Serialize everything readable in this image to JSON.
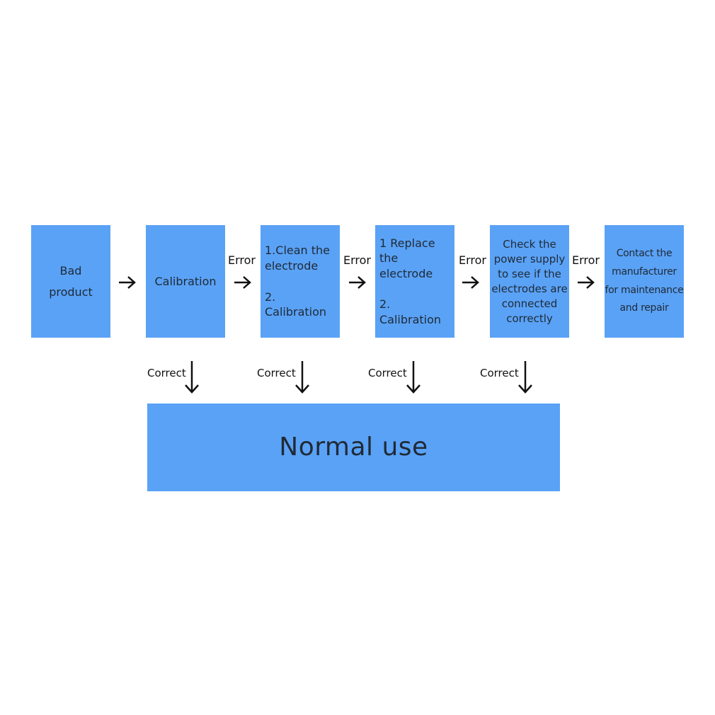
{
  "boxes": {
    "bad_product": [
      "Bad",
      "product"
    ],
    "calibration": "Calibration",
    "step_clean": [
      "1.Clean the",
      "electrode",
      "2. Calibration"
    ],
    "step_replace": [
      "1 Replace the",
      "electrode",
      "2. Calibration"
    ],
    "step_check": [
      "Check the",
      "power supply",
      "to see if the",
      "electrodes are",
      "connected",
      "correctly"
    ],
    "step_contact": [
      "Contact the",
      "manufacturer",
      "for maintenance",
      "and repair"
    ],
    "normal_use": "Normal use"
  },
  "labels": {
    "error": "Error",
    "correct": "Correct"
  },
  "colors": {
    "box_fill": "#5aa2f6",
    "text": "#1f2a36",
    "arrow": "#111111"
  },
  "icons": {
    "right_arrow": "right-arrow-icon",
    "down_arrow": "down-arrow-icon"
  }
}
